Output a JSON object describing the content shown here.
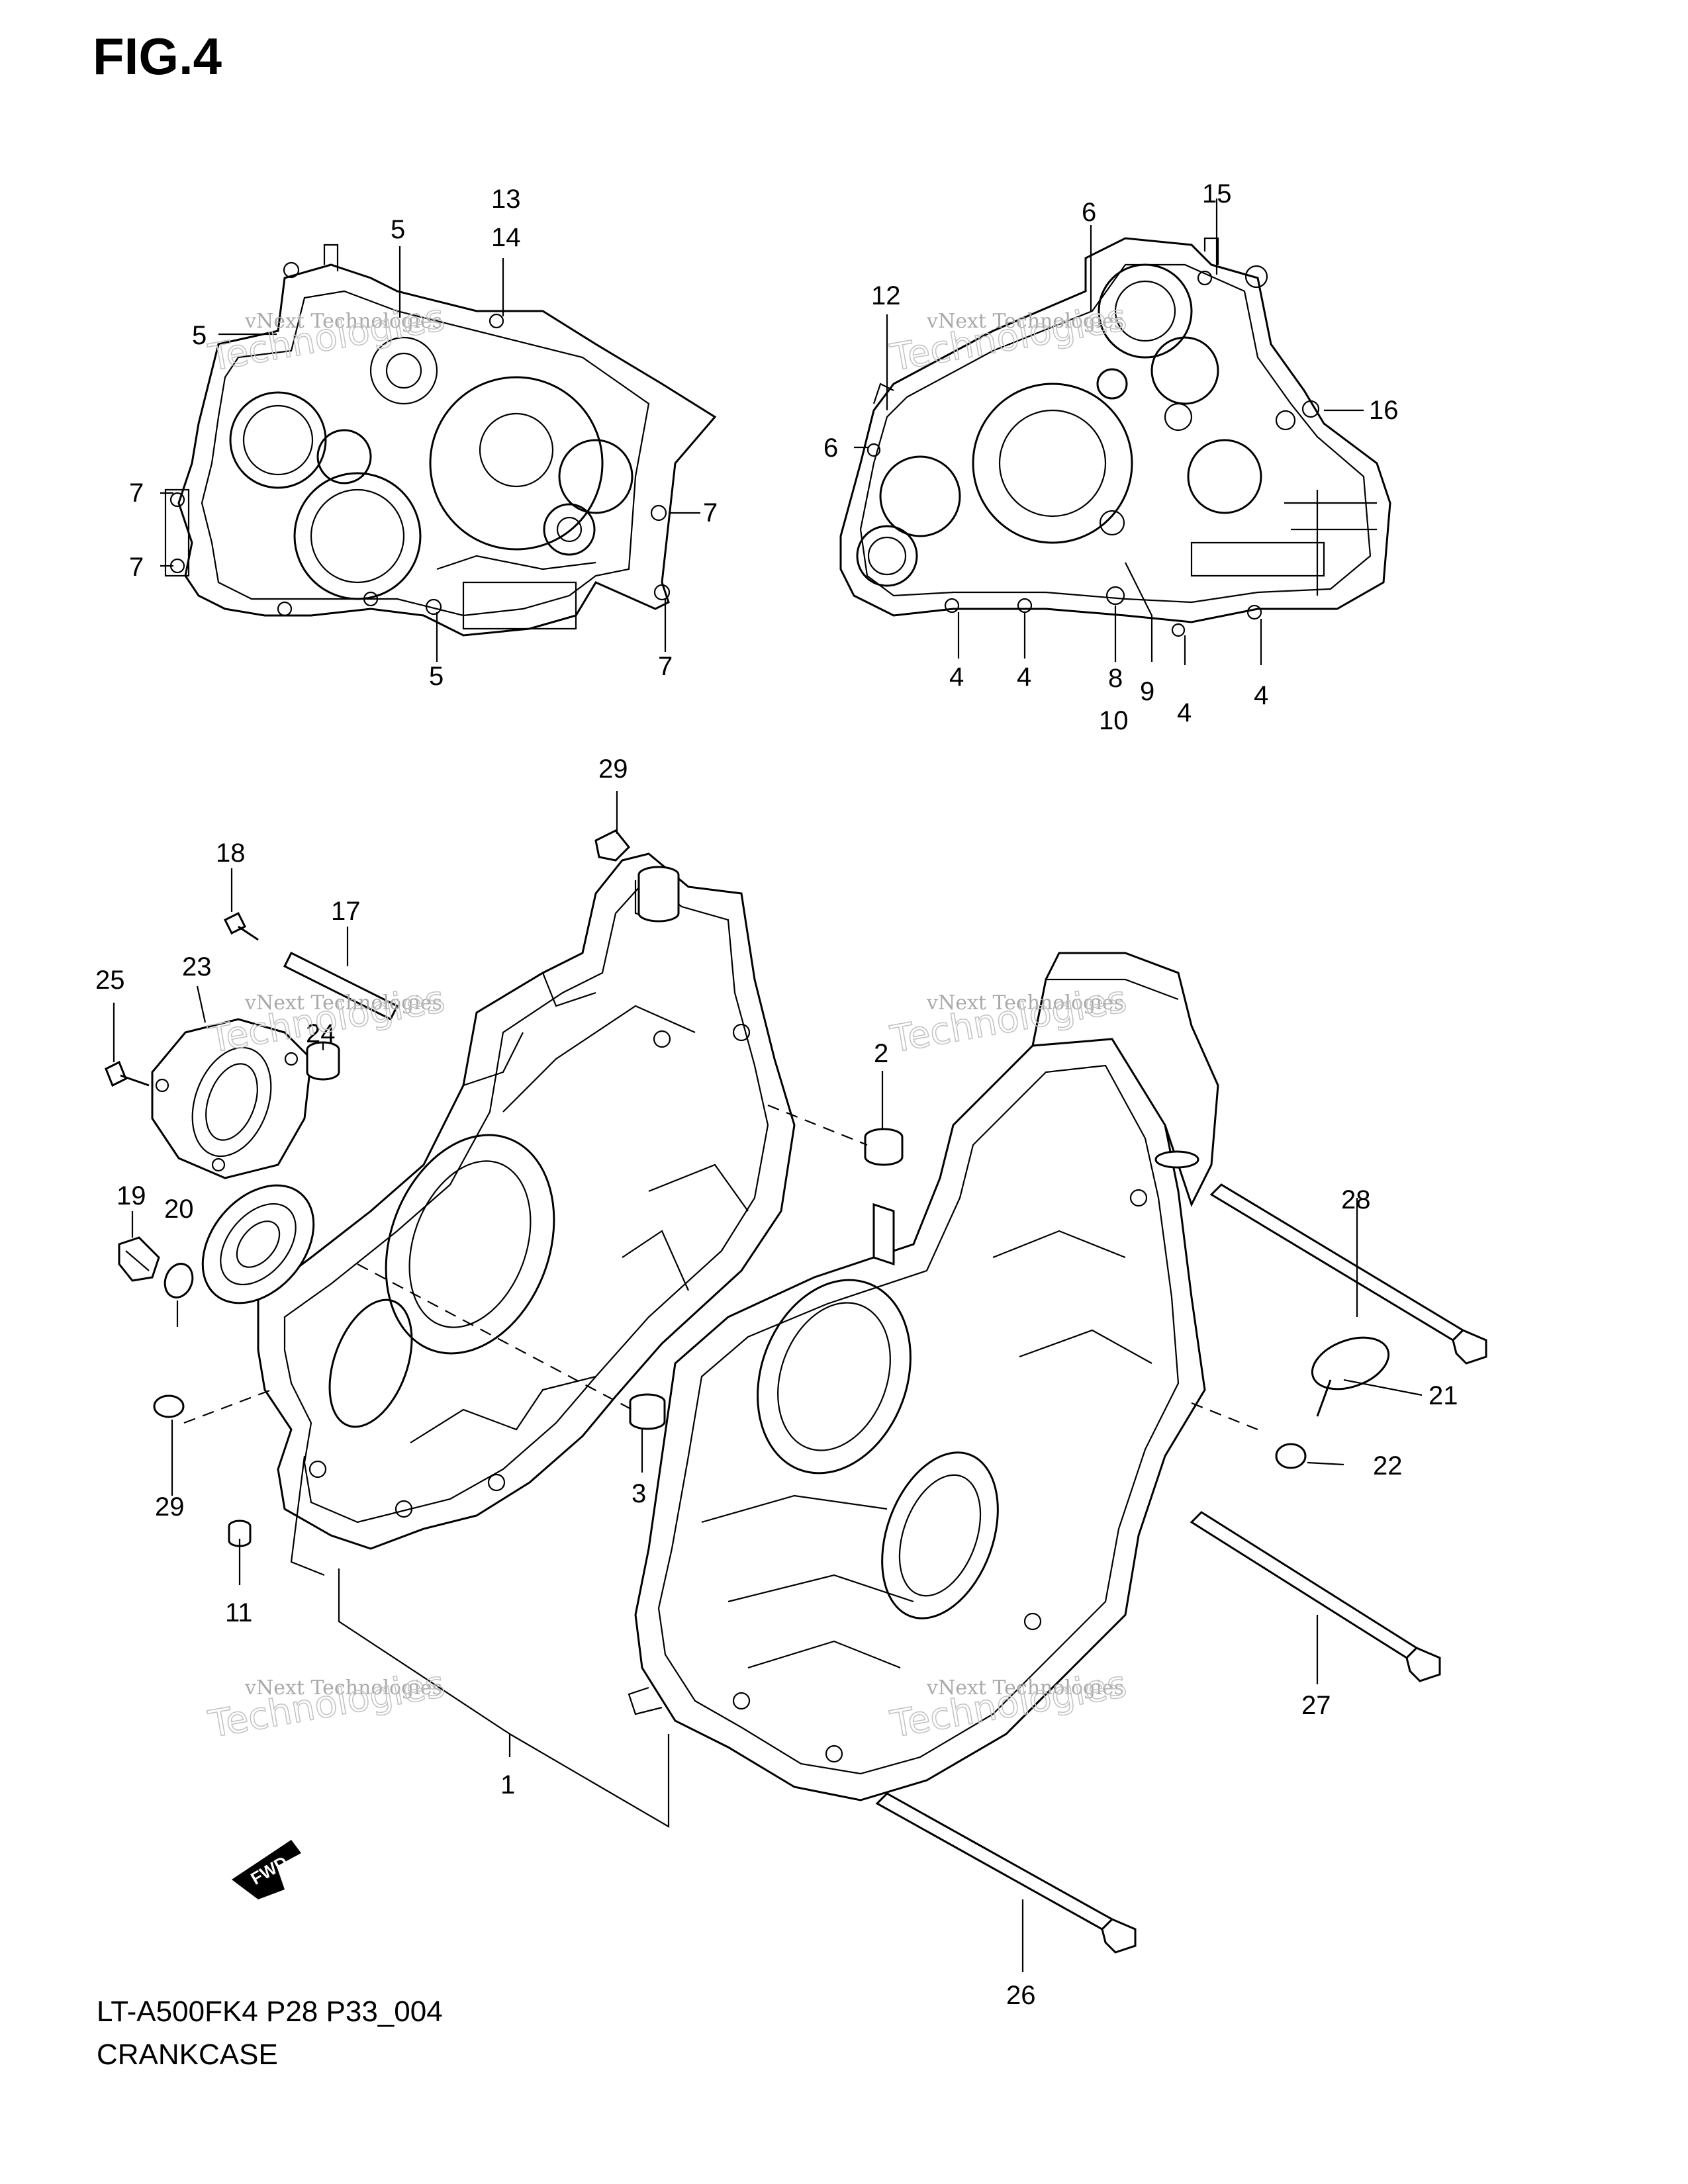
{
  "figure_title": "FIG.4",
  "footer": {
    "model_code": "LT-A500FK4 P28 P33_004",
    "section_name": "CRANKCASE"
  },
  "watermark": {
    "line_1": "vNext Technologies",
    "line_2": "Technologies"
  },
  "fwd_label": "FWD",
  "callouts": {
    "c1": "1",
    "c2": "2",
    "c3": "3",
    "c4": "4",
    "c5": "5",
    "c6": "6",
    "c7": "7",
    "c8": "8",
    "c9": "9",
    "c10": "10",
    "c11": "11",
    "c12": "12",
    "c13": "13",
    "c14": "14",
    "c15": "15",
    "c16": "16",
    "c17": "17",
    "c18": "18",
    "c19": "19",
    "c20": "20",
    "c21": "21",
    "c22": "22",
    "c23": "23",
    "c24": "24",
    "c25": "25",
    "c26": "26",
    "c27": "27",
    "c28": "28",
    "c29": "29"
  }
}
